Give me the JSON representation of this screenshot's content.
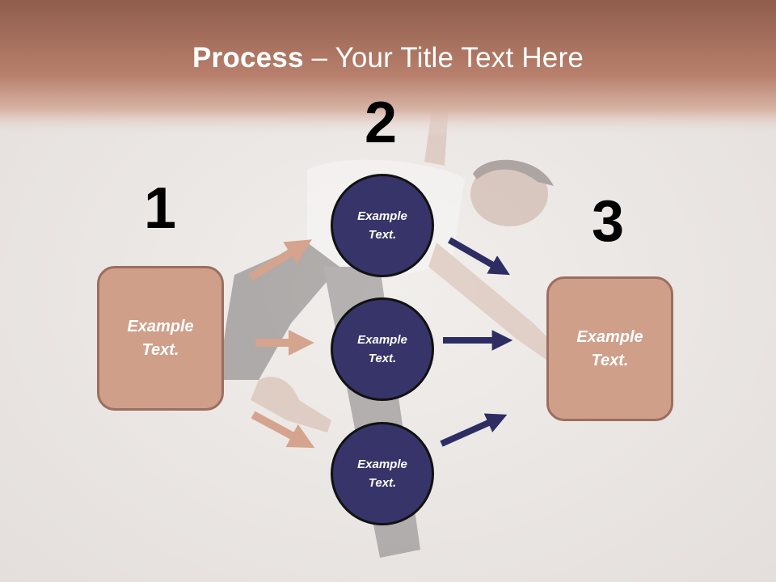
{
  "title": {
    "bold": "Process",
    "rest": " – Your Title Text Here"
  },
  "steps": [
    {
      "number": "1"
    },
    {
      "number": "2"
    },
    {
      "number": "3"
    }
  ],
  "left_box": {
    "label": "Example\nText."
  },
  "right_box": {
    "label": "Example\nText."
  },
  "circles": [
    {
      "label": "Example\nText."
    },
    {
      "label": "Example\nText."
    },
    {
      "label": "Example\nText."
    }
  ],
  "colors": {
    "header_band": "#b07060",
    "box_fill": "#cf9f8a",
    "box_border": "#9b6e5f",
    "circle_fill": "#363468",
    "left_arrows": "#d4a48e",
    "right_arrows": "#2e2d63"
  }
}
